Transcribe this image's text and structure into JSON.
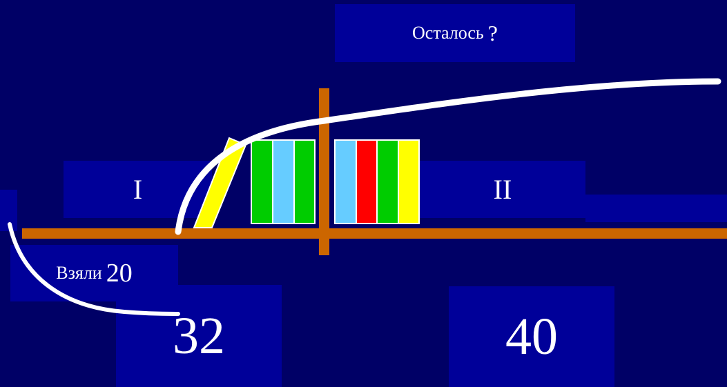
{
  "top_label": {
    "text": "Осталось",
    "mark": "?"
  },
  "shelf_left_label": "I",
  "shelf_right_label": "II",
  "taken_label": {
    "text": "Взяли",
    "value": "20"
  },
  "left_count": "32",
  "right_count": "40",
  "colors": {
    "background": "#000066",
    "panel": "#000099",
    "shelf": "#CC6600",
    "text": "#FFFFFF",
    "book_green": "#00CC00",
    "book_lightblue": "#66CCFF",
    "book_red": "#FF0000",
    "book_yellow": "#FFFF00"
  },
  "books_left": [
    "green",
    "lightblue",
    "green"
  ],
  "books_right": [
    "lightblue",
    "red",
    "green",
    "yellow"
  ],
  "falling_book": "yellow"
}
